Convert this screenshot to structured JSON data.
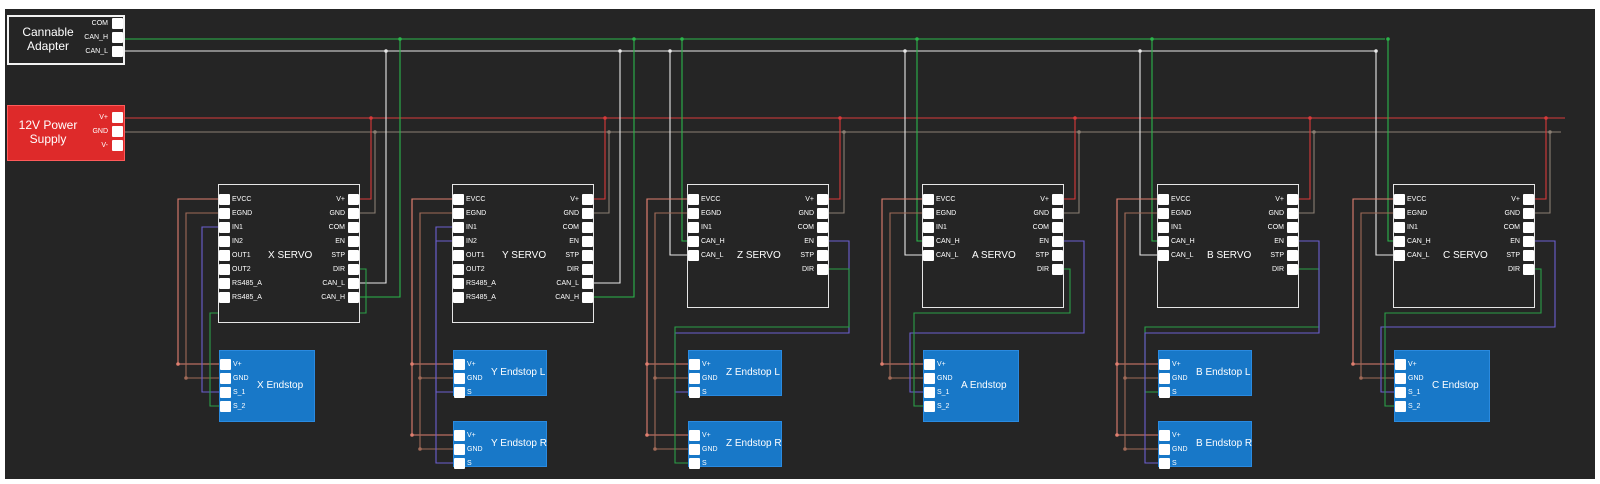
{
  "cannable": {
    "title": "Cannable\nAdapter",
    "pins": [
      "COM",
      "CAN_H",
      "CAN_L"
    ]
  },
  "psu": {
    "title": "12V Power\nSupply",
    "pins": [
      "V+",
      "GND",
      "V-"
    ]
  },
  "servo_left_a": [
    "EVCC",
    "EGND",
    "IN1",
    "IN2",
    "OUT1",
    "OUT2",
    "RS485_A",
    "RS485_A"
  ],
  "servo_left_b": [
    "EVCC",
    "EGND",
    "IN1",
    "CAN_H",
    "CAN_L"
  ],
  "servo_right_a": [
    "V+",
    "GND",
    "COM",
    "EN",
    "STP",
    "DIR",
    "CAN_L",
    "CAN_H"
  ],
  "servo_right_b": [
    "V+",
    "GND",
    "COM",
    "EN",
    "STP",
    "DIR"
  ],
  "servos": [
    {
      "title": "X SERVO",
      "style": "a"
    },
    {
      "title": "Y SERVO",
      "style": "a"
    },
    {
      "title": "Z SERVO",
      "style": "b"
    },
    {
      "title": "A SERVO",
      "style": "b"
    },
    {
      "title": "B SERVO",
      "style": "b"
    },
    {
      "title": "C SERVO",
      "style": "b"
    }
  ],
  "endstop_pins_4": [
    "V+",
    "GND",
    "S_1",
    "S_2"
  ],
  "endstop_pins_3": [
    "V+",
    "GND",
    "S"
  ],
  "endstops": [
    {
      "title": "X Endstop",
      "pins": 4
    },
    {
      "title": "Y Endstop L",
      "pins": 3
    },
    {
      "title": "Y Endstop R",
      "pins": 3
    },
    {
      "title": "Z Endstop L",
      "pins": 3
    },
    {
      "title": "Z Endstop R",
      "pins": 3
    },
    {
      "title": "A Endstop",
      "pins": 4
    },
    {
      "title": "B Endstop L",
      "pins": 3
    },
    {
      "title": "B Endstop R",
      "pins": 3
    },
    {
      "title": "C Endstop",
      "pins": 4
    }
  ],
  "colors": {
    "background": "#252525",
    "can_h": "#2bb64b",
    "can_l": "#e8e8e8",
    "power_vplus": "#d83a3a",
    "power_gnd": "#8a7e72",
    "evcc_wire": "#e07f70",
    "egnd_wire": "#a06a58",
    "in_wire": "#6b5fd0",
    "signal_wire": "#2aa048",
    "endstop_fill": "#1878c8",
    "psu_fill": "#de2a2a"
  }
}
